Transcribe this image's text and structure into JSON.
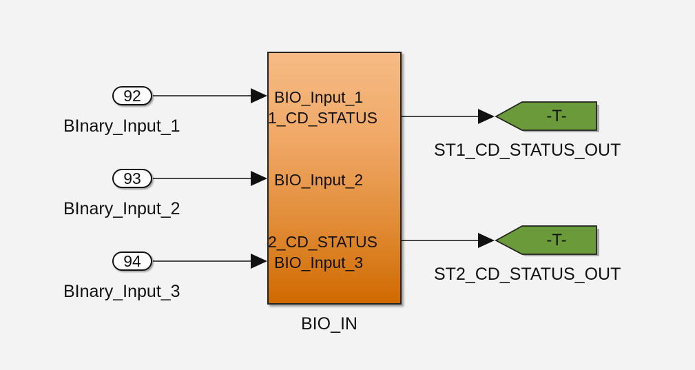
{
  "inports": [
    {
      "number": "92",
      "name": "BInary_Input_1"
    },
    {
      "number": "93",
      "name": "BInary_Input_2"
    },
    {
      "number": "94",
      "name": "BInary_Input_3"
    }
  ],
  "subsystem": {
    "name": "BIO_IN",
    "input_ports": [
      "BIO_Input_1",
      "BIO_Input_2",
      "BIO_Input_3"
    ],
    "output_ports": [
      "1_CD_STATUS",
      "2_CD_STATUS"
    ],
    "color_top": "#f6bb84",
    "color_bottom": "#d06a00"
  },
  "goto_tags": [
    {
      "tag_text": "-T-",
      "name": "ST1_CD_STATUS_OUT"
    },
    {
      "tag_text": "-T-",
      "name": "ST2_CD_STATUS_OUT"
    }
  ],
  "colors": {
    "background": "#f3f3f3",
    "goto_fill": "#6a9a3a",
    "wire": "#111111"
  }
}
